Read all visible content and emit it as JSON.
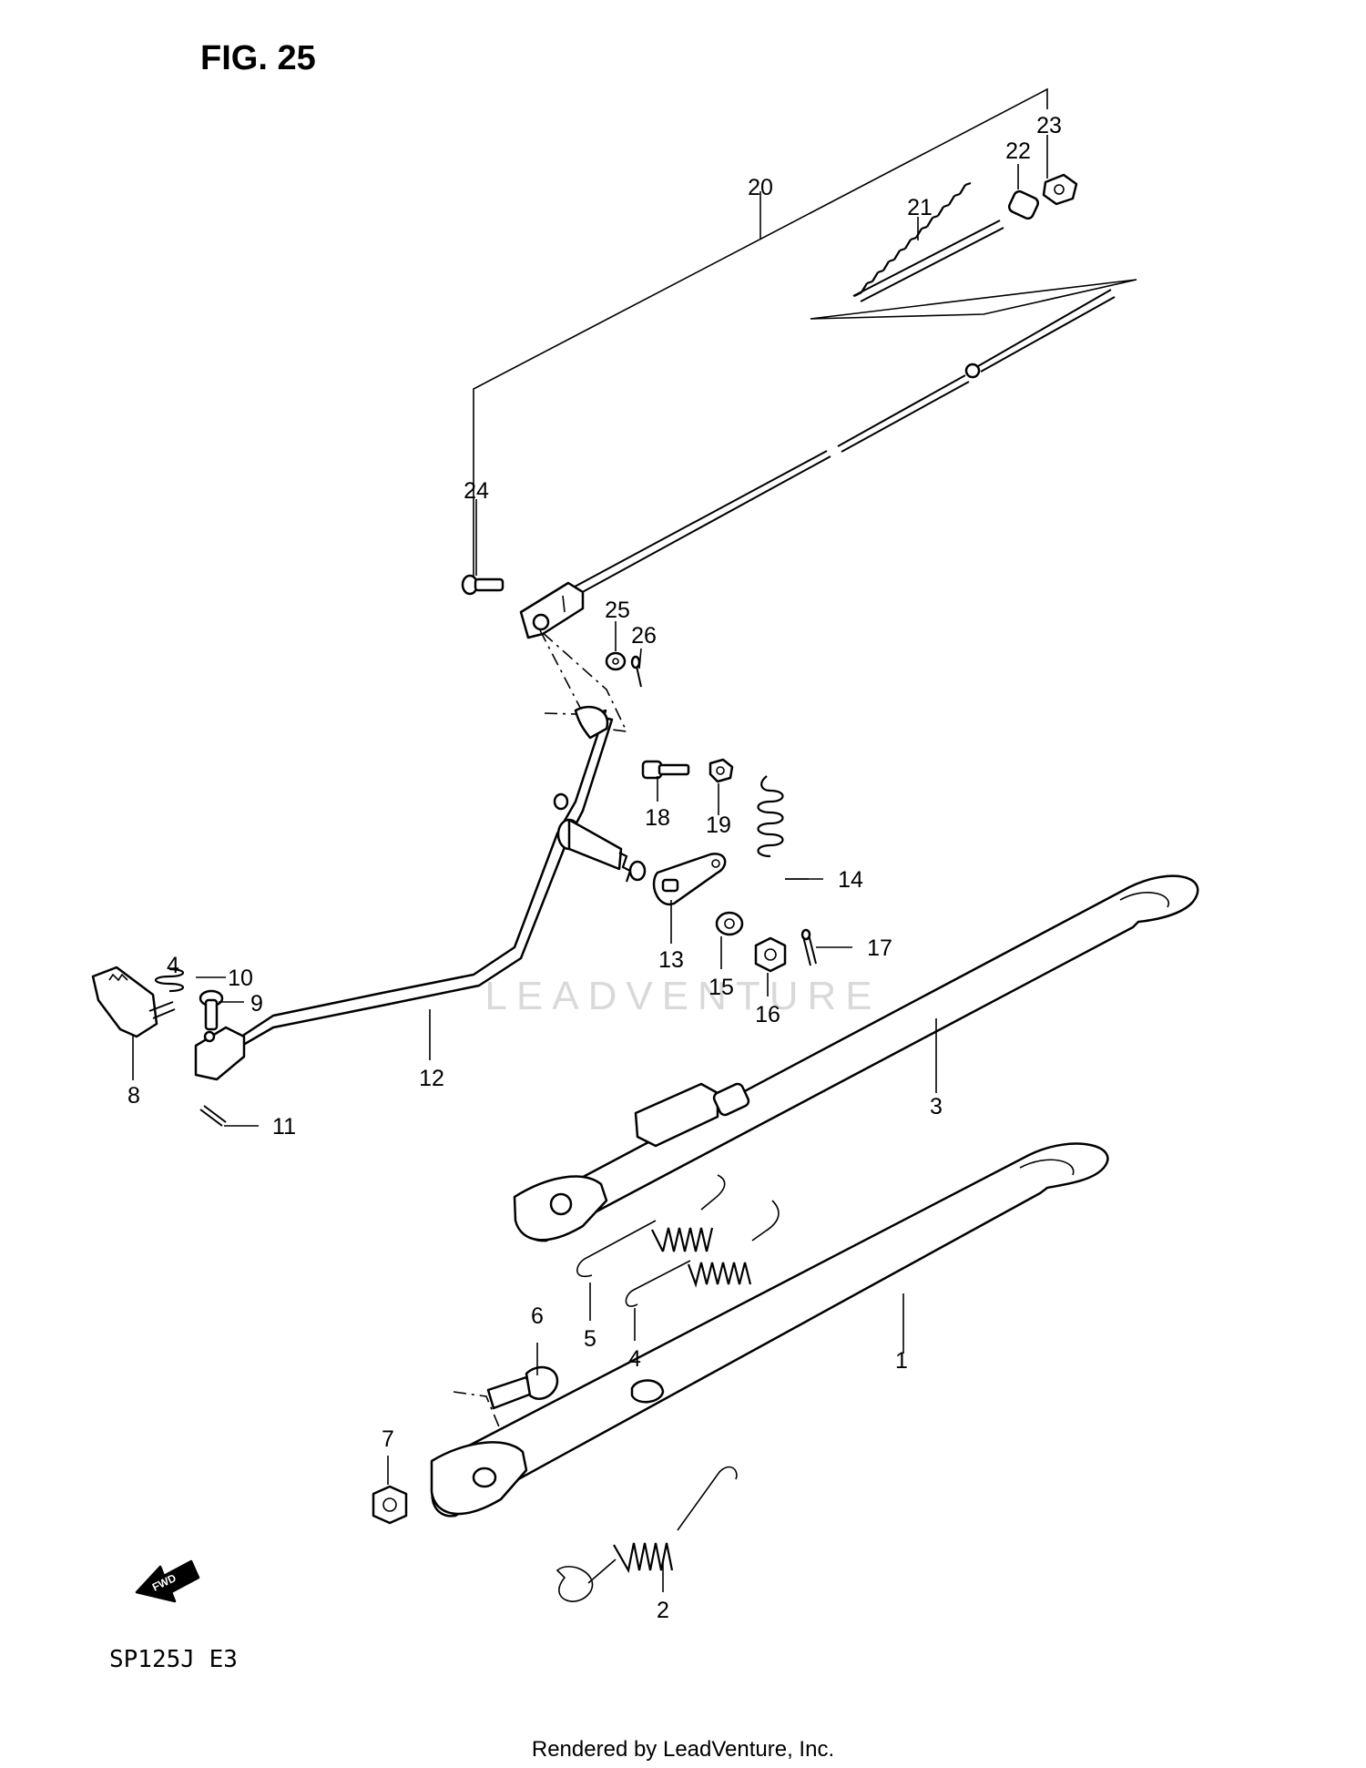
{
  "figure": {
    "title": "FIG. 25",
    "model_code": "SP125J  E3",
    "fwd_label": "FWD",
    "footer": "Rendered by LeadVenture, Inc.",
    "watermark": "LEADVENTURE"
  },
  "callouts": {
    "c1": "1",
    "c2": "2",
    "c3": "3",
    "c4a": "4",
    "c4b": "4",
    "c5": "5",
    "c6": "6",
    "c7": "7",
    "c8": "8",
    "c9": "9",
    "c10": "10",
    "c11": "11",
    "c12": "12",
    "c13": "13",
    "c14": "14",
    "c15": "15",
    "c16": "16",
    "c17": "17",
    "c18": "18",
    "c19": "19",
    "c20": "20",
    "c21": "21",
    "c22": "22",
    "c23": "23",
    "c24": "24",
    "c25": "25",
    "c26": "26"
  }
}
